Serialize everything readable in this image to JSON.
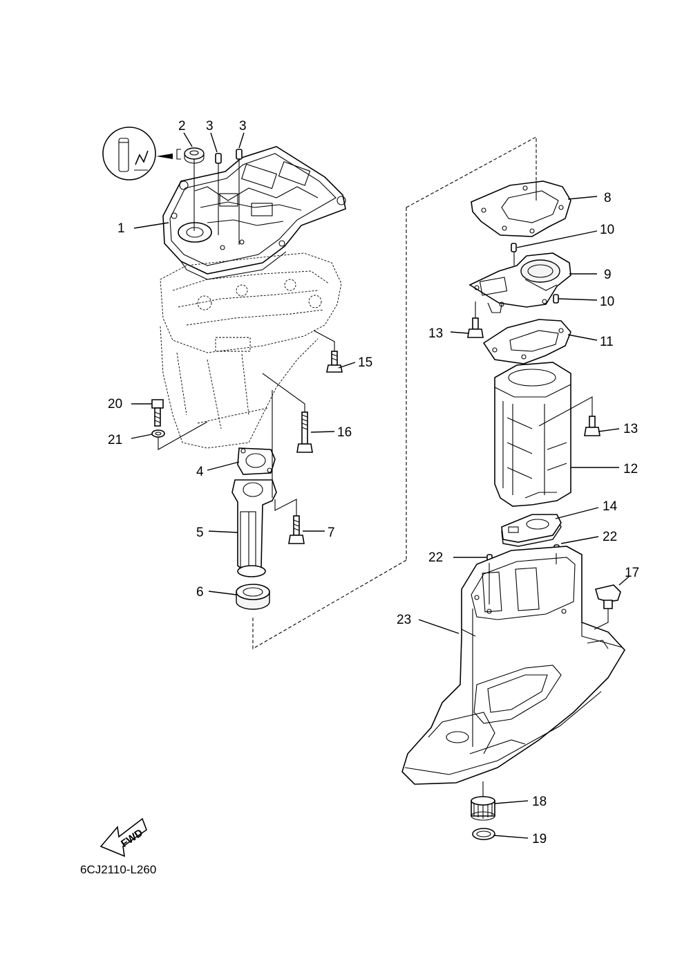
{
  "diagram": {
    "drawing_code": "6CJ2110-L260",
    "fwd_label": "FWD",
    "callouts": [
      {
        "key": "c1",
        "label": "1"
      },
      {
        "key": "c2",
        "label": "2"
      },
      {
        "key": "c3a",
        "label": "3"
      },
      {
        "key": "c3b",
        "label": "3"
      },
      {
        "key": "c4",
        "label": "4"
      },
      {
        "key": "c5",
        "label": "5"
      },
      {
        "key": "c6",
        "label": "6"
      },
      {
        "key": "c7",
        "label": "7"
      },
      {
        "key": "c8",
        "label": "8"
      },
      {
        "key": "c9",
        "label": "9"
      },
      {
        "key": "c10a",
        "label": "10"
      },
      {
        "key": "c10b",
        "label": "10"
      },
      {
        "key": "c11",
        "label": "11"
      },
      {
        "key": "c12",
        "label": "12"
      },
      {
        "key": "c13a",
        "label": "13"
      },
      {
        "key": "c13b",
        "label": "13"
      },
      {
        "key": "c14",
        "label": "14"
      },
      {
        "key": "c15",
        "label": "15"
      },
      {
        "key": "c16",
        "label": "16"
      },
      {
        "key": "c17",
        "label": "17"
      },
      {
        "key": "c18",
        "label": "18"
      },
      {
        "key": "c19",
        "label": "19"
      },
      {
        "key": "c20",
        "label": "20"
      },
      {
        "key": "c21",
        "label": "21"
      },
      {
        "key": "c22a",
        "label": "22"
      },
      {
        "key": "c22b",
        "label": "22"
      },
      {
        "key": "c23",
        "label": "23"
      }
    ]
  }
}
